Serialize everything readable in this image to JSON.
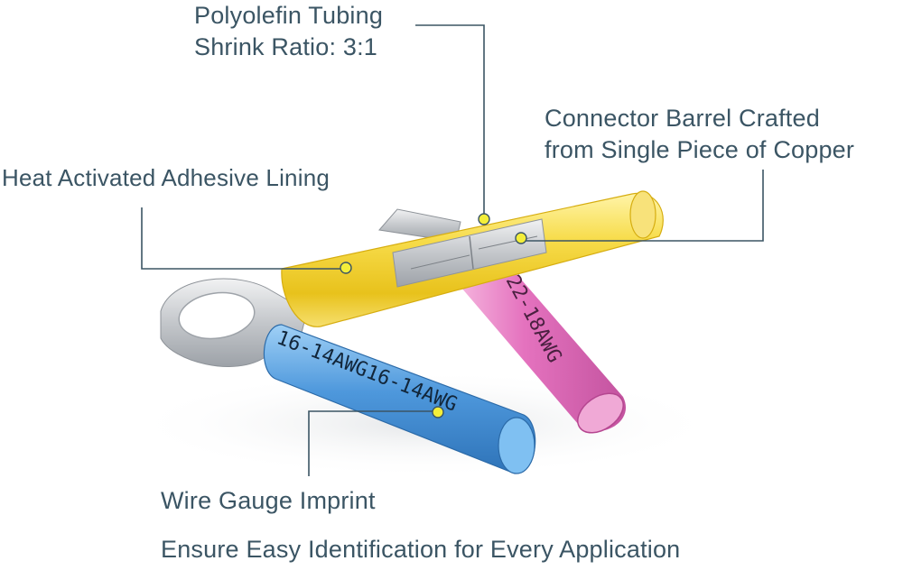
{
  "callouts": {
    "tubing_line1": "Polyolefin Tubing",
    "tubing_line2": "Shrink Ratio: 3:1",
    "barrel_line1": "Connector Barrel Crafted",
    "barrel_line2": "from Single Piece of Copper",
    "adhesive": "Heat Activated Adhesive Lining",
    "gauge": "Wire Gauge Imprint",
    "identification": "Ensure Easy Identification for Every Application"
  },
  "imprints": {
    "blue": "16-14AWG16-14AWG",
    "pink": "22-18AWG"
  },
  "colors": {
    "text": "#3b5564",
    "leader_line": "#3b5564",
    "marker_dot": "#f3ee3a",
    "yellow_tube": "#f6d43c",
    "pink_tube": "#e06ab6",
    "blue_tube": "#5aa2e0",
    "metal": "#c9ccd0"
  }
}
